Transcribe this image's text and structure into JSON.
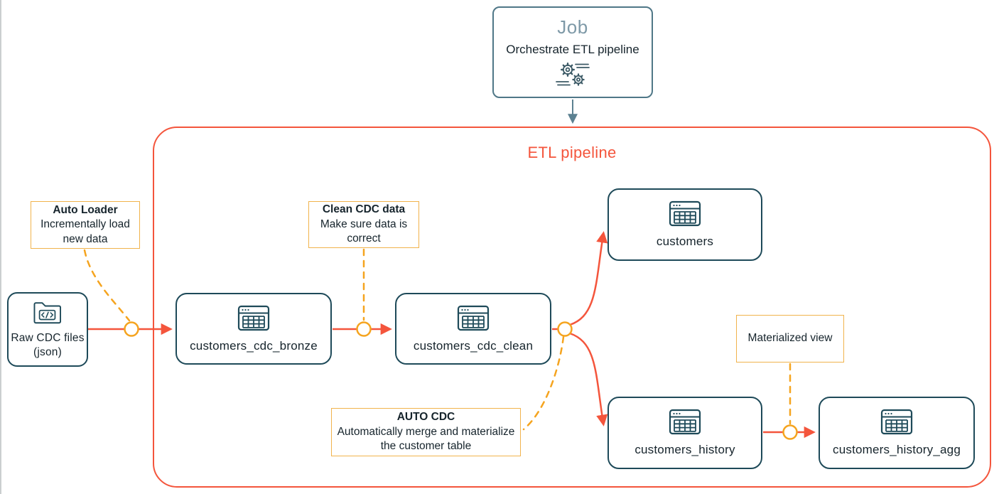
{
  "job": {
    "title": "Job",
    "subtitle": "Orchestrate ETL pipeline",
    "icon": "gears-icon"
  },
  "pipeline": {
    "title": "ETL pipeline"
  },
  "source": {
    "label": "Raw CDC files (json)",
    "icon": "code-folder-icon"
  },
  "nodes": [
    {
      "label": "customers_cdc_bronze",
      "icon": "table-icon"
    },
    {
      "label": "customers_cdc_clean",
      "icon": "table-icon"
    },
    {
      "label": "customers",
      "icon": "table-icon"
    },
    {
      "label": "customers_history",
      "icon": "table-icon"
    },
    {
      "label": "customers_history_agg",
      "icon": "table-icon"
    }
  ],
  "annotations": [
    {
      "title": "Auto Loader",
      "body": "Incrementally load new data"
    },
    {
      "title": "Clean CDC data",
      "body": "Make sure data is correct"
    },
    {
      "title": "AUTO CDC",
      "body": "Automatically merge and materialize the customer table"
    },
    {
      "body": "Materialized view"
    }
  ],
  "colors": {
    "arrow_red": "#f4553c",
    "node_border_teal": "#1e4a59",
    "job_border_slate": "#4f7787",
    "job_arrow_slate": "#5c8191",
    "note_border_amber": "#f1b34c",
    "dash_orange": "#f5a41f",
    "job_title_gray": "#7e99a7",
    "text_dark": "#16242c"
  }
}
